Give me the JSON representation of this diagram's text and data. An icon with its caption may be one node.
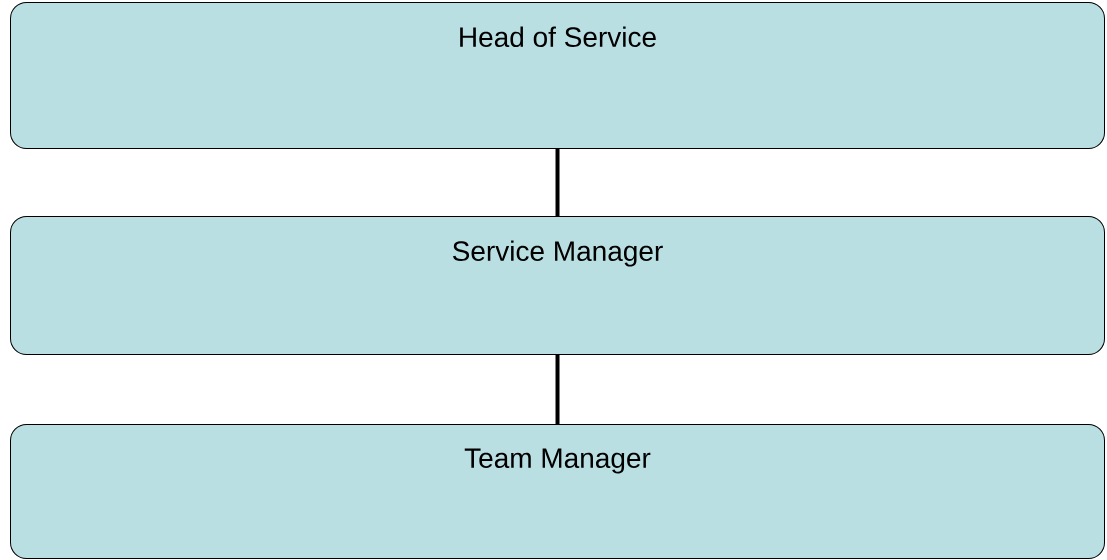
{
  "diagram": {
    "nodes": [
      {
        "text": [
          "Head of Service"
        ]
      },
      {
        "text": [
          "Service Manager"
        ]
      },
      {
        "text": [
          "Team Manager"
        ]
      }
    ],
    "edges": [
      {
        "from": 0,
        "to": 1,
        "arrow": "none"
      },
      {
        "from": 1,
        "to": 2,
        "arrow": "none"
      }
    ]
  }
}
